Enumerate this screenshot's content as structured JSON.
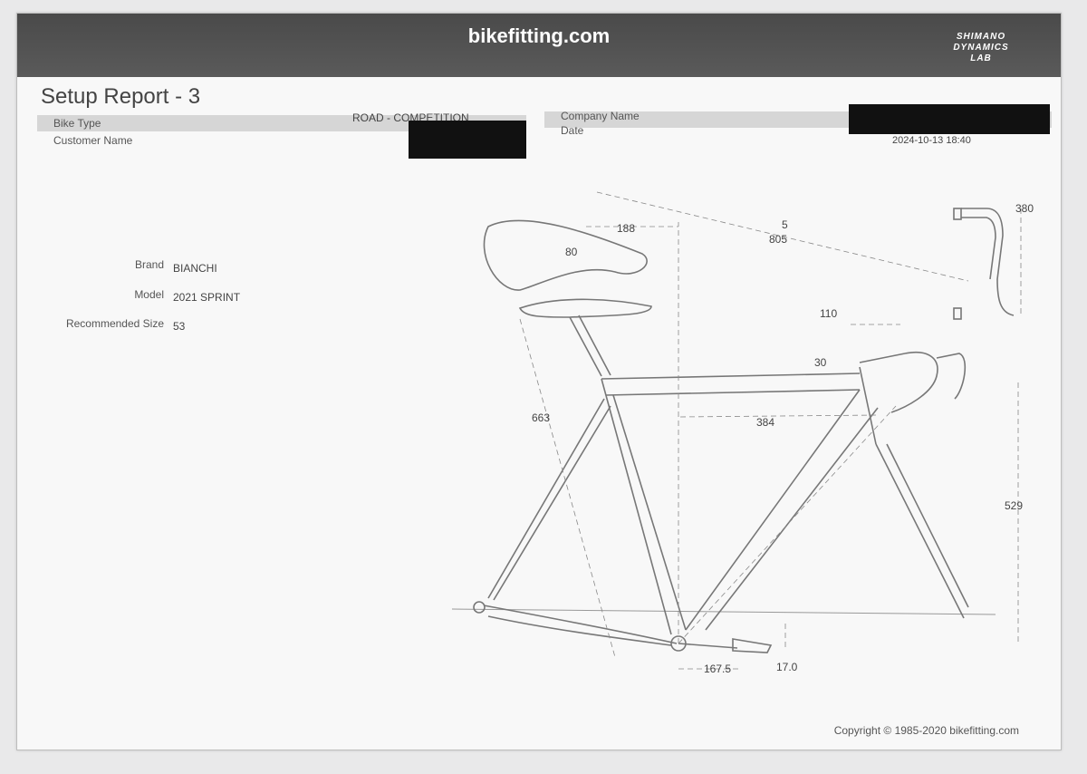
{
  "header": {
    "site": "bikefitting.com",
    "logo_lines": [
      "SHIMANO",
      "DYNAMICS",
      "LAB"
    ]
  },
  "report": {
    "title": "Setup Report - 3",
    "bike_type_label": "Bike Type",
    "bike_type_value": "ROAD - COMPETITION",
    "customer_name_label": "Customer Name",
    "company_name_label": "Company Name",
    "date_label": "Date",
    "date_value": "2024-10-13 18:40"
  },
  "bike": {
    "brand_label": "Brand",
    "brand_value": "BIANCHI",
    "model_label": "Model",
    "model_value": "2021 SPRINT",
    "size_label": "Recommended Size",
    "size_value": "53"
  },
  "measurements": {
    "saddle_setback": "188",
    "saddle_tilt": "80",
    "reach_drop": "5",
    "reach": "805",
    "bar_width": "380",
    "stem_length": "110",
    "stem_angle": "30",
    "saddle_height": "663",
    "saddle_to_bar": "384",
    "stack": "529",
    "crank_length": "167.5",
    "cleat_offset": "17.0"
  },
  "footer": {
    "copyright": "Copyright © 1985-2020 bikefitting.com"
  }
}
